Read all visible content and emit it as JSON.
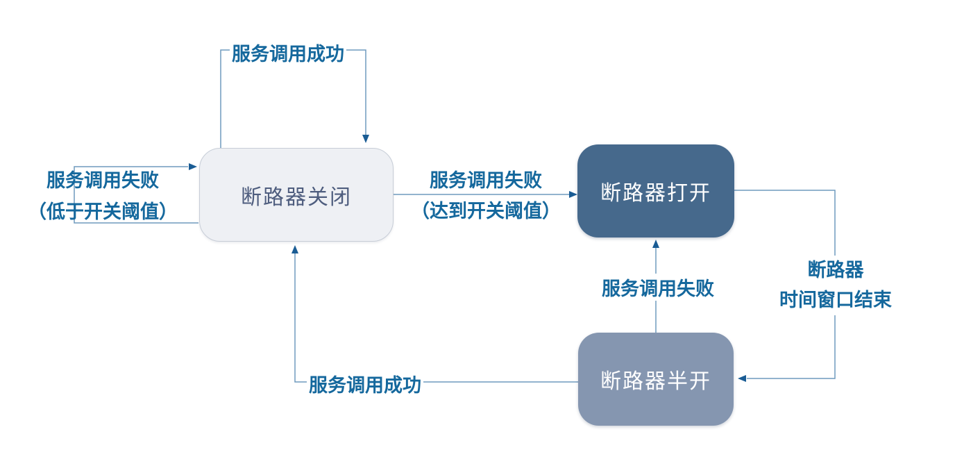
{
  "diagram": {
    "type": "state-machine",
    "nodes": {
      "closed": {
        "label": "断路器关闭"
      },
      "open": {
        "label": "断路器打开"
      },
      "half_open": {
        "label": "断路器半开"
      }
    },
    "edges": {
      "closed_self_success": {
        "label": "服务调用成功"
      },
      "fail_below_threshold": {
        "line1": "服务调用失败",
        "line2": "（低于开关阈值）"
      },
      "fail_reach_threshold": {
        "line1": "服务调用失败",
        "line2": "（达到开关阈值）"
      },
      "time_window_end": {
        "line1": "断路器",
        "line2": "时间窗口结束"
      },
      "half_open_fail": {
        "label": "服务调用失败"
      },
      "half_open_success": {
        "label": "服务调用成功"
      }
    },
    "colors": {
      "background": "#ffffff",
      "line": "#6f9abd",
      "arrow": "#1a5c94",
      "closed_fill": "#eef0f4",
      "closed_border": "#c7cdd7",
      "closed_text": "#4e5d7e",
      "open_fill": "#46698c",
      "half_open_fill": "#8596b0",
      "node_text": "#ffffff",
      "label_text": "#15689d"
    }
  }
}
